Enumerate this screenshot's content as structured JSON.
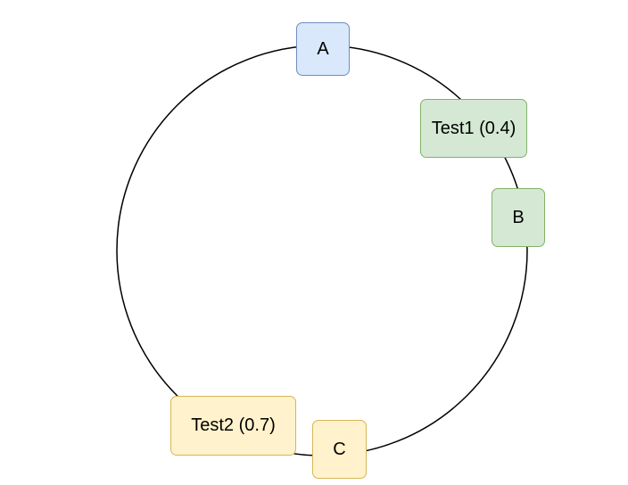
{
  "nodes": [
    {
      "id": "node-a",
      "label": "A",
      "fill": "#dae8fc",
      "stroke": "#6c8ebf"
    },
    {
      "id": "node-test1",
      "label": "Test1 (0.4)",
      "fill": "#d5e8d4",
      "stroke": "#82b366"
    },
    {
      "id": "node-b",
      "label": "B",
      "fill": "#d5e8d4",
      "stroke": "#82b366"
    },
    {
      "id": "node-test2",
      "label": "Test2 (0.7)",
      "fill": "#fff2cc",
      "stroke": "#d6b656"
    },
    {
      "id": "node-c",
      "label": "C",
      "fill": "#fff2cc",
      "stroke": "#d6b656"
    }
  ],
  "ring": {
    "stroke": "#000000"
  }
}
